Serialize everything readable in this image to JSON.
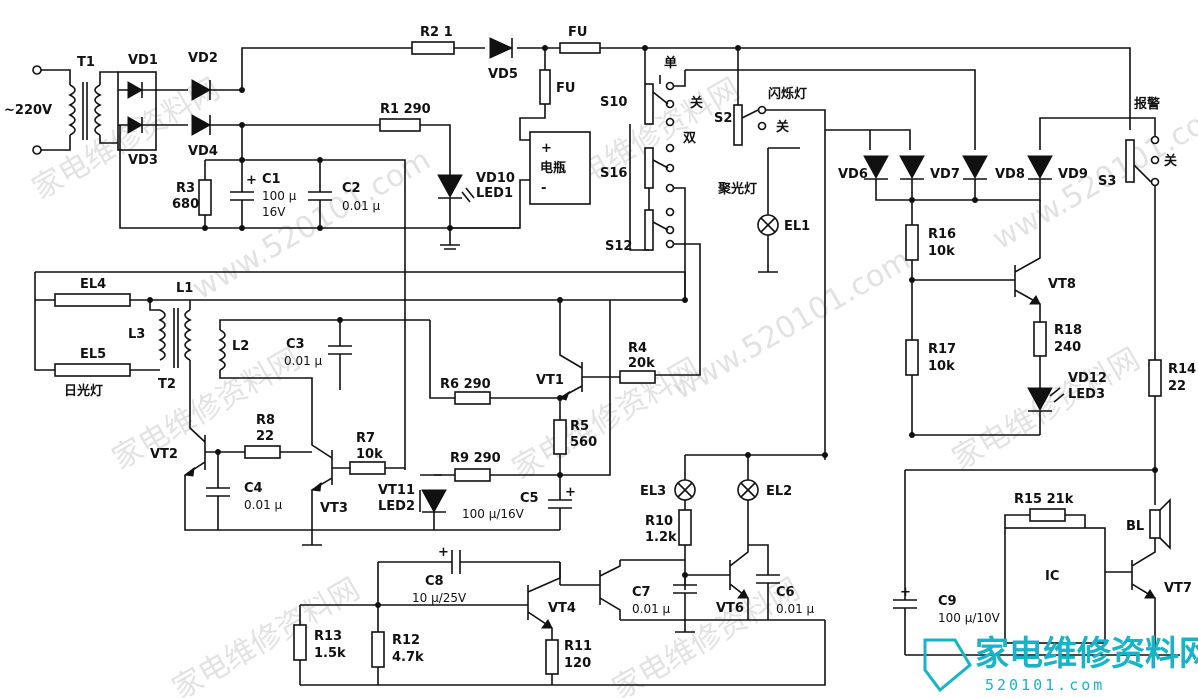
{
  "labels": {
    "ac": "~220V",
    "t1": "T1",
    "t2": "T2",
    "l1": "L1",
    "l2": "L2",
    "l3": "L3",
    "vd1": "VD1",
    "vd2": "VD2",
    "vd3": "VD3",
    "vd4": "VD4",
    "vd5": "VD5",
    "vd6": "VD6",
    "vd7": "VD7",
    "vd8": "VD8",
    "vd9": "VD9",
    "vd10": "VD10",
    "led1": "LED1",
    "vt11": "VT11",
    "led2": "LED2",
    "vd12": "VD12",
    "led3": "LED3",
    "r1": "R1 290",
    "r2": "R2 1",
    "r3": "R3",
    "r3v": "680",
    "r4": "R4",
    "r4v": "20k",
    "r5": "R5",
    "r5v": "560",
    "r6": "R6 290",
    "r7": "R7",
    "r7v": "10k",
    "r8": "R8",
    "r8v": "22",
    "r9": "R9 290",
    "r10": "R10",
    "r10v": "1.2k",
    "r11": "R11",
    "r11v": "120",
    "r12": "R12",
    "r12v": "4.7k",
    "r13": "R13",
    "r13v": "1.5k",
    "r14": "R14",
    "r14v": "22",
    "r15": "R15 21k",
    "r16": "R16",
    "r16v": "10k",
    "r17": "R17",
    "r17v": "10k",
    "r18": "R18",
    "r18v": "240",
    "c1": "C1",
    "c1v": "100 μ",
    "c1v2": "16V",
    "c2": "C2",
    "c2v": "0.01 μ",
    "c3": "C3",
    "c3v": "0.01 μ",
    "c4": "C4",
    "c4v": "0.01 μ",
    "c5": "C5",
    "c5v": "100 μ/16V",
    "c6": "C6",
    "c6v": "0.01 μ",
    "c7": "C7",
    "c7v": "0.01 μ",
    "c8": "C8",
    "c8v": "10 μ/25V",
    "c9": "C9",
    "c9v": "100 μ/10V",
    "vt1": "VT1",
    "vt2": "VT2",
    "vt3": "VT3",
    "vt4": "VT4",
    "vt6": "VT6",
    "vt7": "VT7",
    "vt8": "VT8",
    "fu": "FU",
    "fu2": "FU",
    "battery": "电瓶",
    "plus": "+",
    "minus": "-",
    "el1": "EL1",
    "el2": "EL2",
    "el3": "EL3",
    "el4": "EL4",
    "el5": "EL5",
    "fluor": "日光灯",
    "s10": "S10",
    "s16": "S16",
    "s12": "S12",
    "s2": "S2",
    "s3": "S3",
    "single": "单",
    "off1": "关",
    "double": "双",
    "flash": "闪烁灯",
    "off2": "关",
    "spot": "聚光灯",
    "alarm": "报警",
    "off3": "关",
    "ic": "IC",
    "bl": "BL"
  },
  "watermark": {
    "text": "家电维修资料网",
    "url": "www.520101.com",
    "logo": "家电维修资料网",
    "logo_url": "520101.com"
  }
}
